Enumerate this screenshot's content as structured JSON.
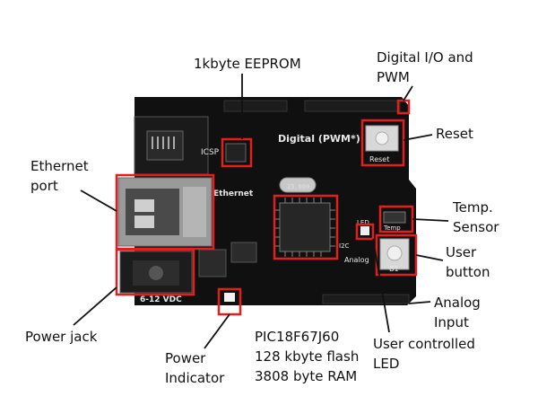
{
  "labels": {
    "eeprom": "1kbyte EEPROM",
    "digital_io_1": "Digital I/O and",
    "digital_io_2": "PWM",
    "reset": "Reset",
    "ethernet_1": "Ethernet",
    "ethernet_2": "port",
    "temp_1": "Temp.",
    "temp_2": "Sensor",
    "user_button_1": "User",
    "user_button_2": "button",
    "analog_1": "Analog",
    "analog_2": "Input",
    "user_led_1": "User controlled",
    "user_led_2": "LED",
    "power_jack": "Power jack",
    "power_ind_1": "Power",
    "power_ind_2": "Indicator",
    "mcu_1": "PIC18F67J60",
    "mcu_2": "128 kbyte flash",
    "mcu_3": "3808 byte RAM"
  },
  "board": {
    "digital_pwm": "Digital (PWM*)",
    "icsp": "ICSP",
    "ethernet": "Ethernet",
    "reset": "Reset",
    "temp": "Temp",
    "vdc": "6-12 VDC",
    "led": "LED",
    "i2c": "I2C",
    "analog": "Analog",
    "b1": "B1",
    "crystal": "25.000"
  },
  "colors": {
    "board": "#101010",
    "highlight": "#e02020",
    "leader": "#111111",
    "silkscreen": "#e8e8e8"
  }
}
